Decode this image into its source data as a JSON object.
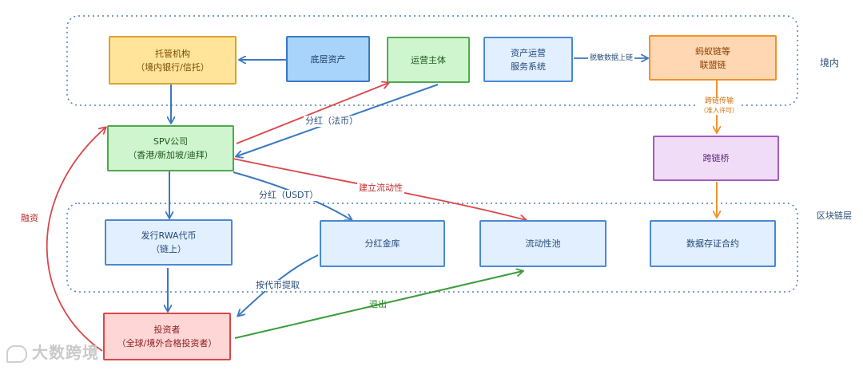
{
  "regions": {
    "domestic": "境内",
    "blockchain": "区块链层"
  },
  "nodes": {
    "custodian": {
      "line1": "托管机构",
      "line2": "（境内银行/信托）"
    },
    "underlying": {
      "line1": "底层资产"
    },
    "operator": {
      "line1": "运营主体"
    },
    "service_system": {
      "line1": "资产运营",
      "line2": "服务系统"
    },
    "alliance_chain": {
      "line1": "蚂蚁链等",
      "line2": "联盟链"
    },
    "spv": {
      "line1": "SPV公司",
      "line2": "（香港/新加坡/迪拜）"
    },
    "cross_bridge": {
      "line1": "跨链桥"
    },
    "rwa_token": {
      "line1": "发行RWA代币",
      "line2": "（链上）"
    },
    "dividend_vault": {
      "line1": "分红金库"
    },
    "liquidity_pool": {
      "line1": "流动性池"
    },
    "storage_contract": {
      "line1": "数据存证合约"
    },
    "investor": {
      "line1": "投资者",
      "line2": "（全球/境外合格投资者）"
    }
  },
  "edges": {
    "desensitized": "脱敏数据上链",
    "cross_chain": "跨链传输",
    "access_permit": "（准入许可）",
    "dividend_fiat": "分红（法币）",
    "dividend_usdt": "分红（USDT）",
    "build_liquidity": "建立流动性",
    "withdraw_by_token": "按代币提取",
    "exit": "退出",
    "financing": "融资"
  },
  "colors": {
    "blue_arrow": "#3a78c2",
    "red_arrow": "#d9474a",
    "green_arrow": "#3c9b3c",
    "orange_arrow": "#f0922c",
    "region_border": "#4a7fc0"
  },
  "watermark": "大数跨境"
}
